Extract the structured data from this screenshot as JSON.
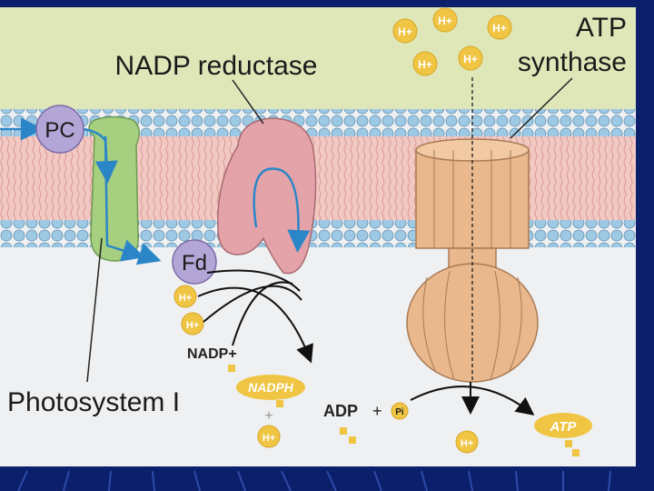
{
  "labels": {
    "nadp_reductase": "NADP reductase",
    "atp_synthase_line1": "ATP",
    "atp_synthase_line2": "synthase",
    "photosystem": "Photosystem I",
    "pc": "PC",
    "fd": "Fd",
    "h_plus": "H+",
    "nadp_plus": "NADP+",
    "nadph": "NADPH",
    "adp": "ADP",
    "plus": "+",
    "pi": "Pi",
    "atp": "ATP"
  },
  "colors": {
    "slide_background": "#0b1f6b",
    "lumen": "#dfe7b8",
    "stroma": "#eef0f2",
    "lipid_head": "#9ec9e4",
    "lipid_core": "#f2c8c3",
    "photosystem": "#a6cf7f",
    "nadp_reductase": "#e3a3a8",
    "atp_synthase": "#e9b98d",
    "proton": "#f0c544",
    "arrow_blue": "#2b86c8"
  }
}
